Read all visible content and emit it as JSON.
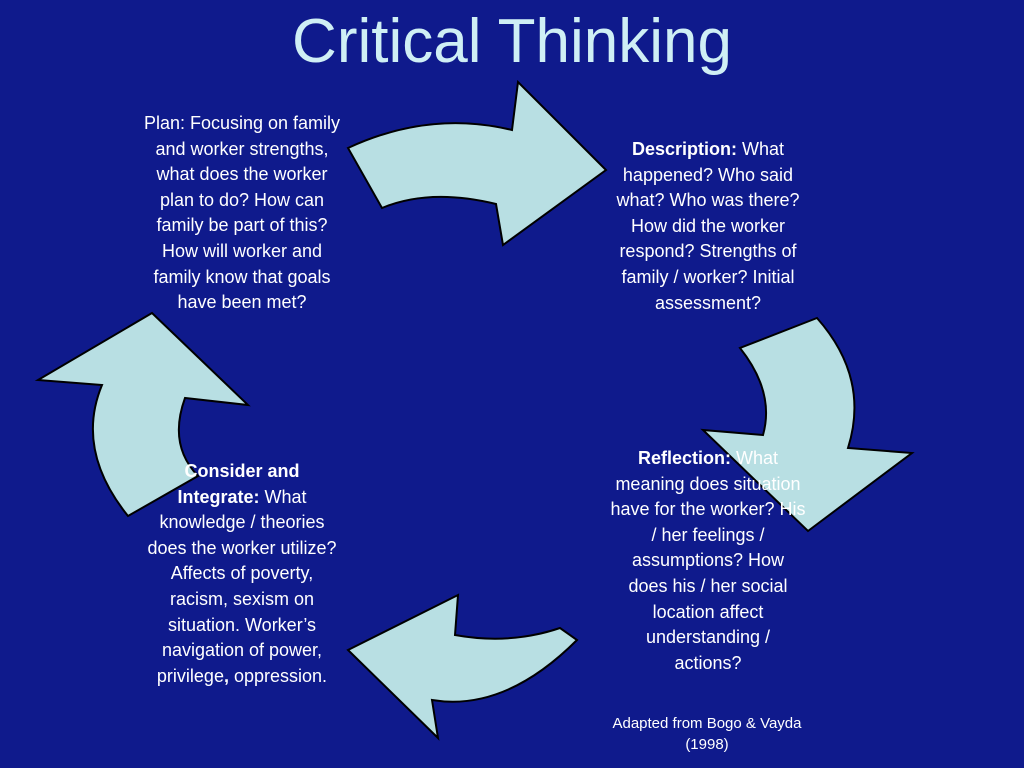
{
  "slide": {
    "title": "Critical Thinking",
    "plan": {
      "text": "Plan: Focusing on family and worker strengths, what does the worker plan to do? How can family be part of this? How will worker and family know that goals have been met?"
    },
    "description": {
      "heading": "Description:",
      "text": "What happened? Who said what? Who was there? How did the worker respond? Strengths of family / worker? Initial assessment?"
    },
    "reflection": {
      "heading": "Reflection:",
      "text": "What meaning does situation have for the worker? His / her feelings / assumptions? How does his / her social location affect understanding / actions?"
    },
    "consider": {
      "heading": "Consider and Integrate:",
      "text": "What knowledge / theories does the worker utilize? Affects of poverty, racism, sexism on situation. Worker’s navigation of power, privilege",
      "comma": ",",
      "end": "oppression."
    },
    "credit": "Adapted from Bogo & Vayda (1998)"
  },
  "colors": {
    "background": "#0f1a8c",
    "title": "#cfeff5",
    "arrow_fill": "#b8dfe3",
    "text": "#ffffff"
  }
}
